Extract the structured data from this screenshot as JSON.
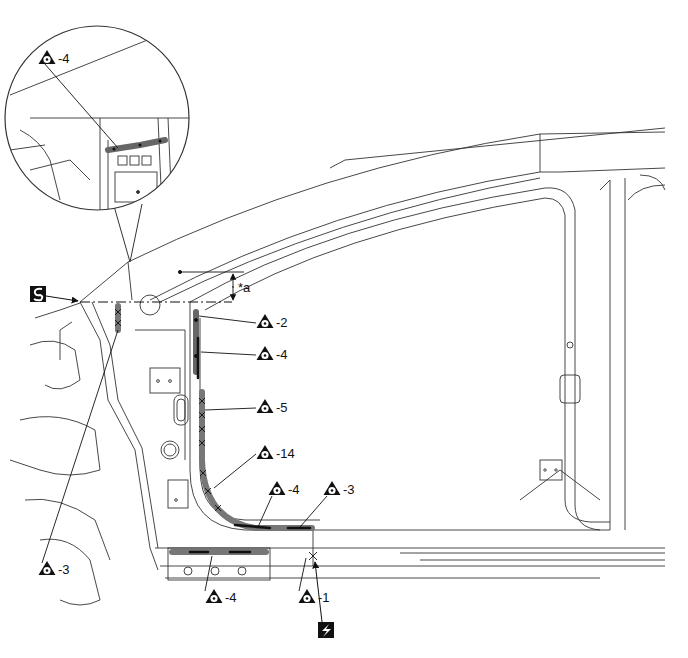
{
  "diagram": {
    "labels": [
      "-4",
      "*a",
      "-2",
      "-4",
      "-5",
      "-14",
      "-4",
      "-3",
      "-3",
      "-4",
      "-1"
    ]
  }
}
